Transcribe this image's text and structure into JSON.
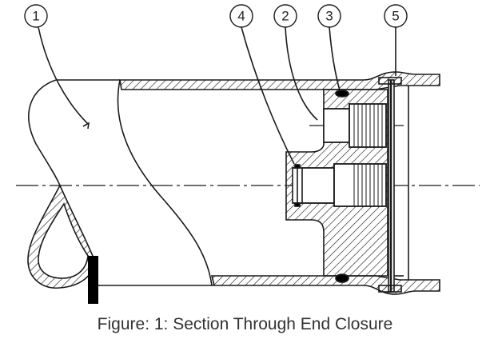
{
  "figure": {
    "caption": "Figure: 1: Section Through End Closure",
    "callouts": [
      {
        "label": "1",
        "part": "pipe"
      },
      {
        "label": "4",
        "part": "inner-seal"
      },
      {
        "label": "2",
        "part": "end-closure-plug"
      },
      {
        "label": "3",
        "part": "o-ring"
      },
      {
        "label": "5",
        "part": "retaining-ring"
      }
    ],
    "line_color": "#1a1a1a"
  }
}
